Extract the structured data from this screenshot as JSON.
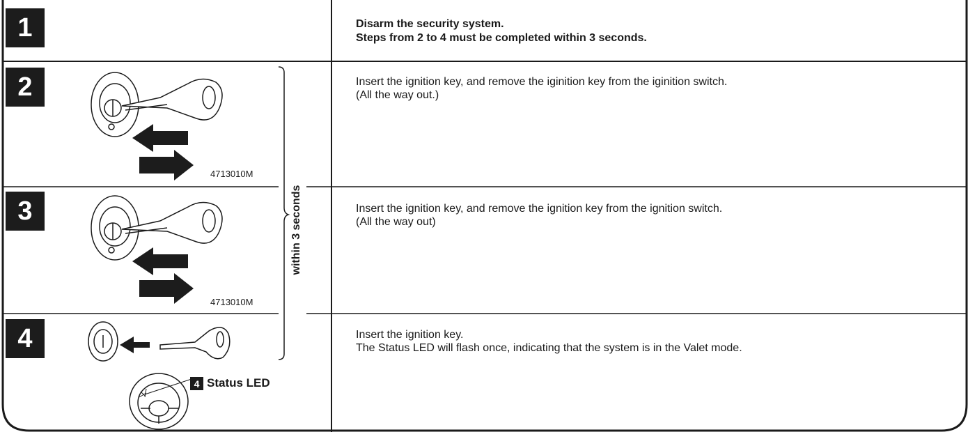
{
  "steps": [
    {
      "number": "1",
      "lines": [
        "Disarm the security system.",
        "Steps from 2 to 4 must be completed within 3 seconds."
      ]
    },
    {
      "number": "2",
      "lines": [
        "Insert the ignition key, and remove the iginition key from the iginition switch.",
        "(All the way out.)"
      ],
      "figure_code": "4713010M"
    },
    {
      "number": "3",
      "lines": [
        "Insert the ignition key, and remove the ignition key from the ignition switch.",
        "(All the way out)"
      ],
      "figure_code": "4713010M"
    },
    {
      "number": "4",
      "lines": [
        "Insert the ignition key.",
        "The Status LED will flash once, indicating that the system is in the Valet mode."
      ]
    }
  ],
  "bracket_label": "within 3 seconds",
  "status_led": {
    "badge": "4",
    "label": "Status LED"
  }
}
